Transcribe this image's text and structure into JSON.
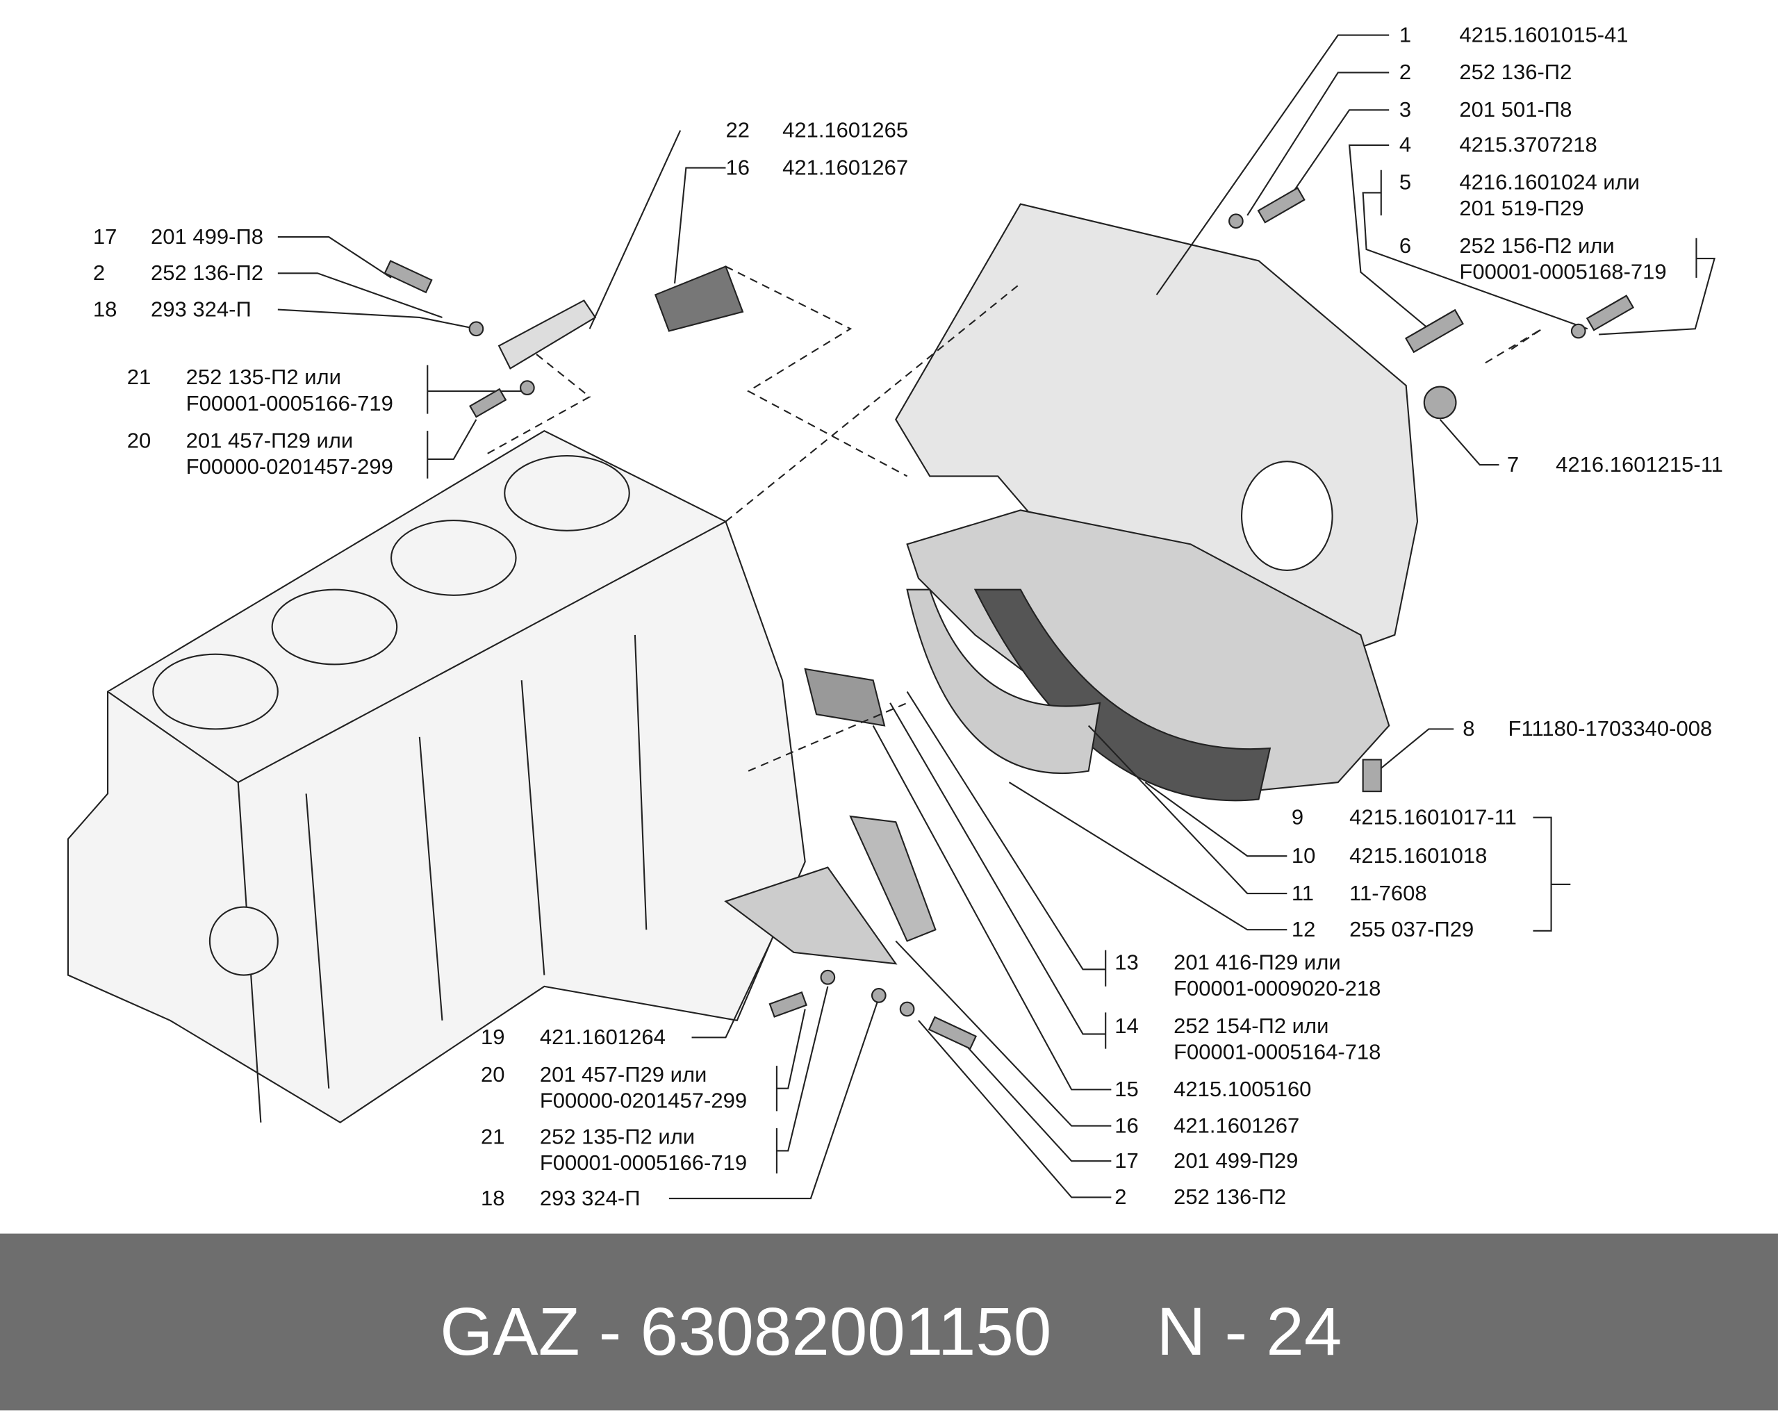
{
  "callouts": [
    {
      "n": "1",
      "code": [
        "4215.1601015-41"
      ]
    },
    {
      "n": "2",
      "code": [
        "252 136-П2"
      ]
    },
    {
      "n": "3",
      "code": [
        "201 501-П8"
      ]
    },
    {
      "n": "4",
      "code": [
        "4215.3707218"
      ]
    },
    {
      "n": "5",
      "code": [
        "4216.1601024 или",
        "201 519-П29"
      ]
    },
    {
      "n": "6",
      "code": [
        "252 156-П2 или",
        "F00001-0005168-719"
      ]
    },
    {
      "n": "7",
      "code": [
        "4216.1601215-11"
      ]
    },
    {
      "n": "8",
      "code": [
        "F11180-1703340-008"
      ]
    },
    {
      "n": "9",
      "code": [
        "4215.1601017-11"
      ]
    },
    {
      "n": "10",
      "code": [
        "4215.1601018"
      ]
    },
    {
      "n": "11",
      "code": [
        "11-7608"
      ]
    },
    {
      "n": "12",
      "code": [
        "255 037-П29"
      ]
    },
    {
      "n": "13",
      "code": [
        "201 416-П29 или",
        "F00001-0009020-218"
      ]
    },
    {
      "n": "14",
      "code": [
        "252 154-П2 или",
        "F00001-0005164-718"
      ]
    },
    {
      "n": "15",
      "code": [
        "4215.1005160"
      ]
    },
    {
      "n": "16",
      "code": [
        "421.1601267"
      ]
    },
    {
      "n": "17",
      "code": [
        "201 499-П29"
      ]
    },
    {
      "n": "2",
      "code": [
        "252 136-П2"
      ]
    },
    {
      "n": "22",
      "code": [
        "421.1601265"
      ]
    },
    {
      "n": "16",
      "code": [
        "421.1601267"
      ]
    },
    {
      "n": "17",
      "code": [
        "201 499-П8"
      ]
    },
    {
      "n": "2",
      "code": [
        "252 136-П2"
      ]
    },
    {
      "n": "18",
      "code": [
        "293 324-П"
      ]
    },
    {
      "n": "21",
      "code": [
        "252 135-П2 или",
        "F00001-0005166-719"
      ]
    },
    {
      "n": "20",
      "code": [
        "201 457-П29 или",
        "F00000-0201457-299"
      ]
    },
    {
      "n": "19",
      "code": [
        "421.1601264"
      ]
    },
    {
      "n": "20",
      "code": [
        "201 457-П29 или",
        "F00000-0201457-299"
      ]
    },
    {
      "n": "21",
      "code": [
        "252 135-П2 или",
        "F00001-0005166-719"
      ]
    },
    {
      "n": "18",
      "code": [
        "293 324-П"
      ]
    }
  ],
  "footer": {
    "part": "GAZ - 63082001150",
    "page": "N - 24"
  }
}
